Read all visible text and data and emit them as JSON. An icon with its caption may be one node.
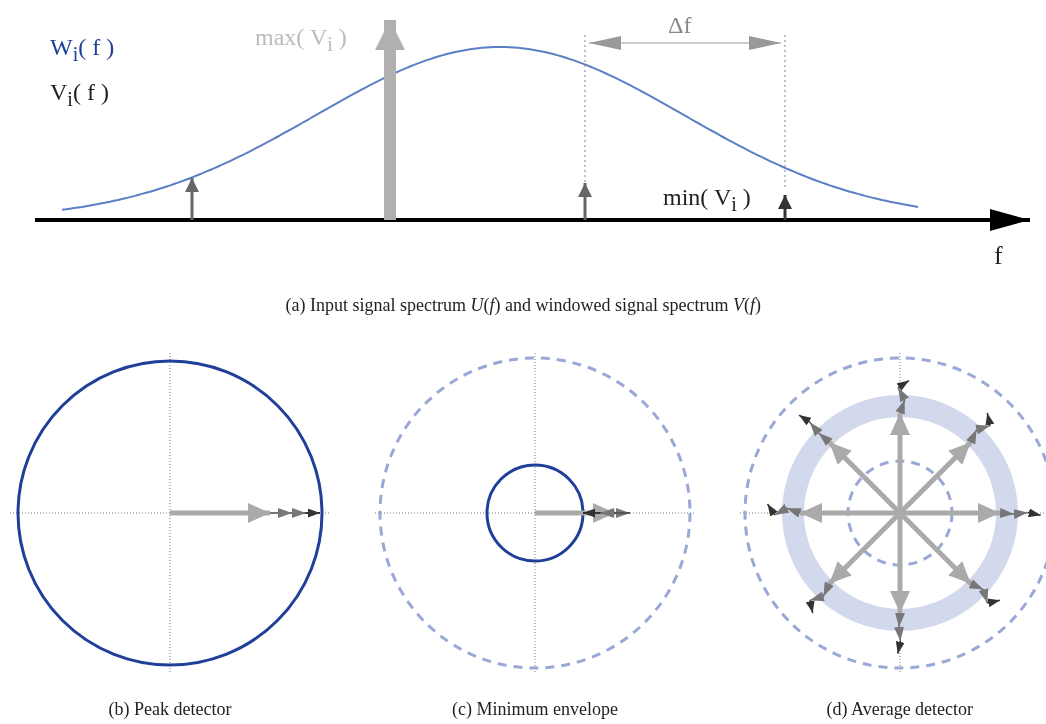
{
  "diagram": {
    "labels": [
      "W$_{i}$( f )",
      "V$_{i}$( f )",
      "max( V$_{i}$ )",
      "Δf",
      "min( V$_{i}$ )",
      "f",
      "(a)  Input signal spectrum *U*(*f*) and windowed signal spectrum *V*(*f*)",
      "(b)  Peak detector",
      "(c)  Minimum envelope",
      "(d)  Average detector"
    ]
  }
}
